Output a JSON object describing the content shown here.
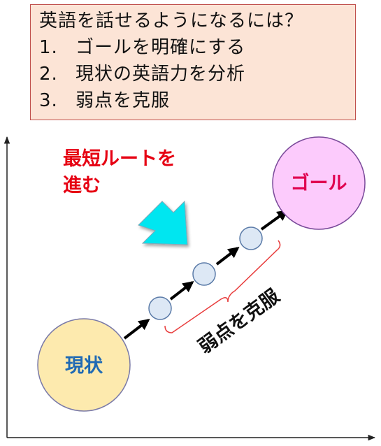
{
  "header": {
    "title": "英語を話せるようになるには？",
    "steps": [
      {
        "num": "1.",
        "text": "ゴールを明確にする"
      },
      {
        "num": "2.",
        "text": "現状の英語力を分析"
      },
      {
        "num": "3.",
        "text": "弱点を克服"
      }
    ]
  },
  "diagram": {
    "current_label": "現状",
    "goal_label": "ゴール",
    "route_line1": "最短ルートを",
    "route_line2": "進む",
    "weakness_label": "弱点を克服"
  },
  "colors": {
    "box_fill": "#fce4d6",
    "box_border": "#c0504d",
    "current_fill": "#fdeaae",
    "current_text": "#1f6ab4",
    "goal_fill": "#fccbfc",
    "goal_stroke": "#7a4a9a",
    "goal_text": "#e0004f",
    "route_text": "#e60012",
    "step_fill": "#dde8f5",
    "arrow_fill": "#00e6f0",
    "bracket": "#e83c3c"
  }
}
